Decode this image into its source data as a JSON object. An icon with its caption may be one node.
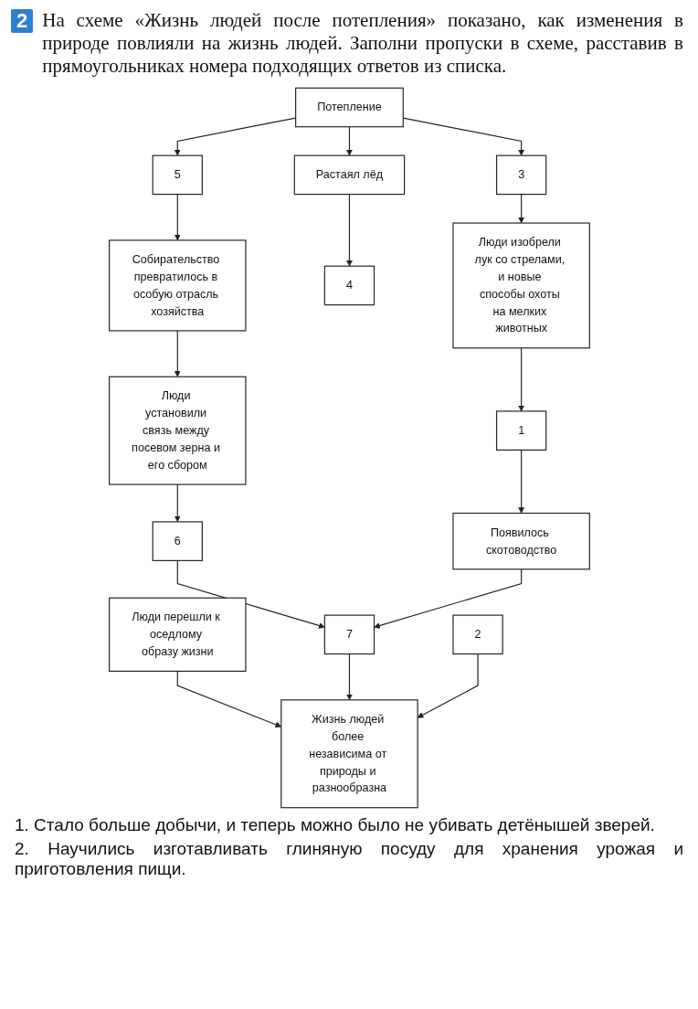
{
  "diagram": {
    "nodes": [
      {
        "text": [
          "5"
        ]
      },
      {
        "text": [
          "Потепление"
        ]
      },
      {
        "text": [
          "Растаял лёд"
        ]
      },
      {
        "text": [
          "Собирательство превратилось в особую отрасль хозяйства"
        ]
      },
      {
        "text": [
          "3"
        ]
      },
      {
        "text": [
          "4"
        ]
      },
      {
        "text": [
          "Люди установили связь между посевом зерна и его сбором"
        ]
      },
      {
        "text": [
          "Люди изобрели лук со стрелами, и новые способы охоты на мелких животных"
        ]
      },
      {
        "text": [
          "1"
        ]
      },
      {
        "text": [
          "6"
        ]
      },
      {
        "text": [
          "Появилось скотоводство"
        ]
      },
      {
        "text": [
          "Люди перешли к оседлому образу жизни"
        ]
      },
      {
        "text": [
          "7"
        ]
      },
      {
        "text": [
          "2"
        ]
      },
      {
        "text": [
          "Жизнь людей более независима от природы и разнообразна"
        ]
      }
    ],
    "edges": [
      {
        "from": 1,
        "to": 0,
        "arrow": "to"
      },
      {
        "from": 1,
        "to": 4,
        "arrow": "to"
      },
      {
        "from": 1,
        "to": 2,
        "arrow": "to"
      },
      {
        "from": 0,
        "to": 3,
        "arrow": "to"
      },
      {
        "from": 2,
        "to": 5,
        "arrow": "to"
      },
      {
        "from": 4,
        "to": 7,
        "arrow": "to"
      },
      {
        "from": 3,
        "to": 6,
        "arrow": "to"
      },
      {
        "from": 7,
        "to": 8,
        "arrow": "to"
      },
      {
        "from": 6,
        "to": 9,
        "arrow": "to"
      },
      {
        "from": 8,
        "to": 10,
        "arrow": "to"
      },
      {
        "from": 9,
        "to": 12,
        "arrow": "to"
      },
      {
        "from": 10,
        "to": 12,
        "arrow": "to"
      },
      {
        "from": 11,
        "to": 14,
        "arrow": "to"
      },
      {
        "from": 12,
        "to": 14,
        "arrow": "to"
      },
      {
        "from": 13,
        "to": 14,
        "arrow": "to"
      }
    ],
    "labels": [
      "2",
      "На схеме «Жизнь людей после потепления» показано, как изменения в природе повлияли на жизнь людей. Заполни пропуски в схеме, расставив в прямоугольниках номера подходящих ответов из списка.",
      "1. Стало больше добычи, и теперь можно было не убивать детёнышей зверей.",
      "2. Научились изготавливать глиняную посуду для хранения урожая и приготовления пищи."
    ]
  }
}
